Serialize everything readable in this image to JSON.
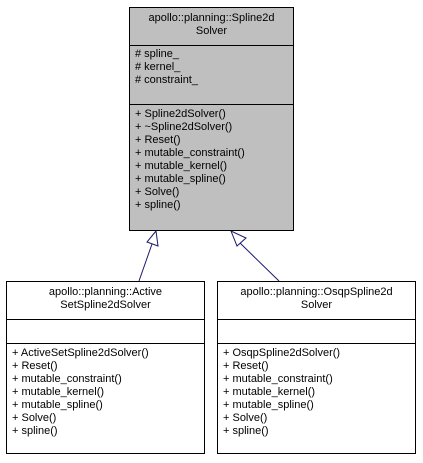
{
  "base_class": {
    "title_lines": [
      "apollo::planning::Spline2d",
      "Solver"
    ],
    "attributes": [
      "# spline_",
      "# kernel_",
      "# constraint_"
    ],
    "methods": [
      "+ Spline2dSolver()",
      "+ ~Spline2dSolver()",
      "+ Reset()",
      "+ mutable_constraint()",
      "+ mutable_kernel()",
      "+ mutable_spline()",
      "+ Solve()",
      "+ spline()"
    ]
  },
  "derived_classes": [
    {
      "title_lines": [
        "apollo::planning::Active",
        "SetSpline2dSolver"
      ],
      "attributes": [],
      "methods": [
        "+ ActiveSetSpline2dSolver()",
        "+ Reset()",
        "+ mutable_constraint()",
        "+ mutable_kernel()",
        "+ mutable_spline()",
        "+ Solve()",
        "+ spline()"
      ]
    },
    {
      "title_lines": [
        "apollo::planning::OsqpSpline2d",
        "Solver"
      ],
      "attributes": [],
      "methods": [
        "+ OsqpSpline2dSolver()",
        "+ Reset()",
        "+ mutable_constraint()",
        "+ mutable_kernel()",
        "+ mutable_spline()",
        "+ Solve()",
        "+ spline()"
      ]
    }
  ],
  "colors": {
    "base_fill": "#bfbfbf",
    "derived_fill": "#ffffff",
    "edge": "#191970"
  }
}
